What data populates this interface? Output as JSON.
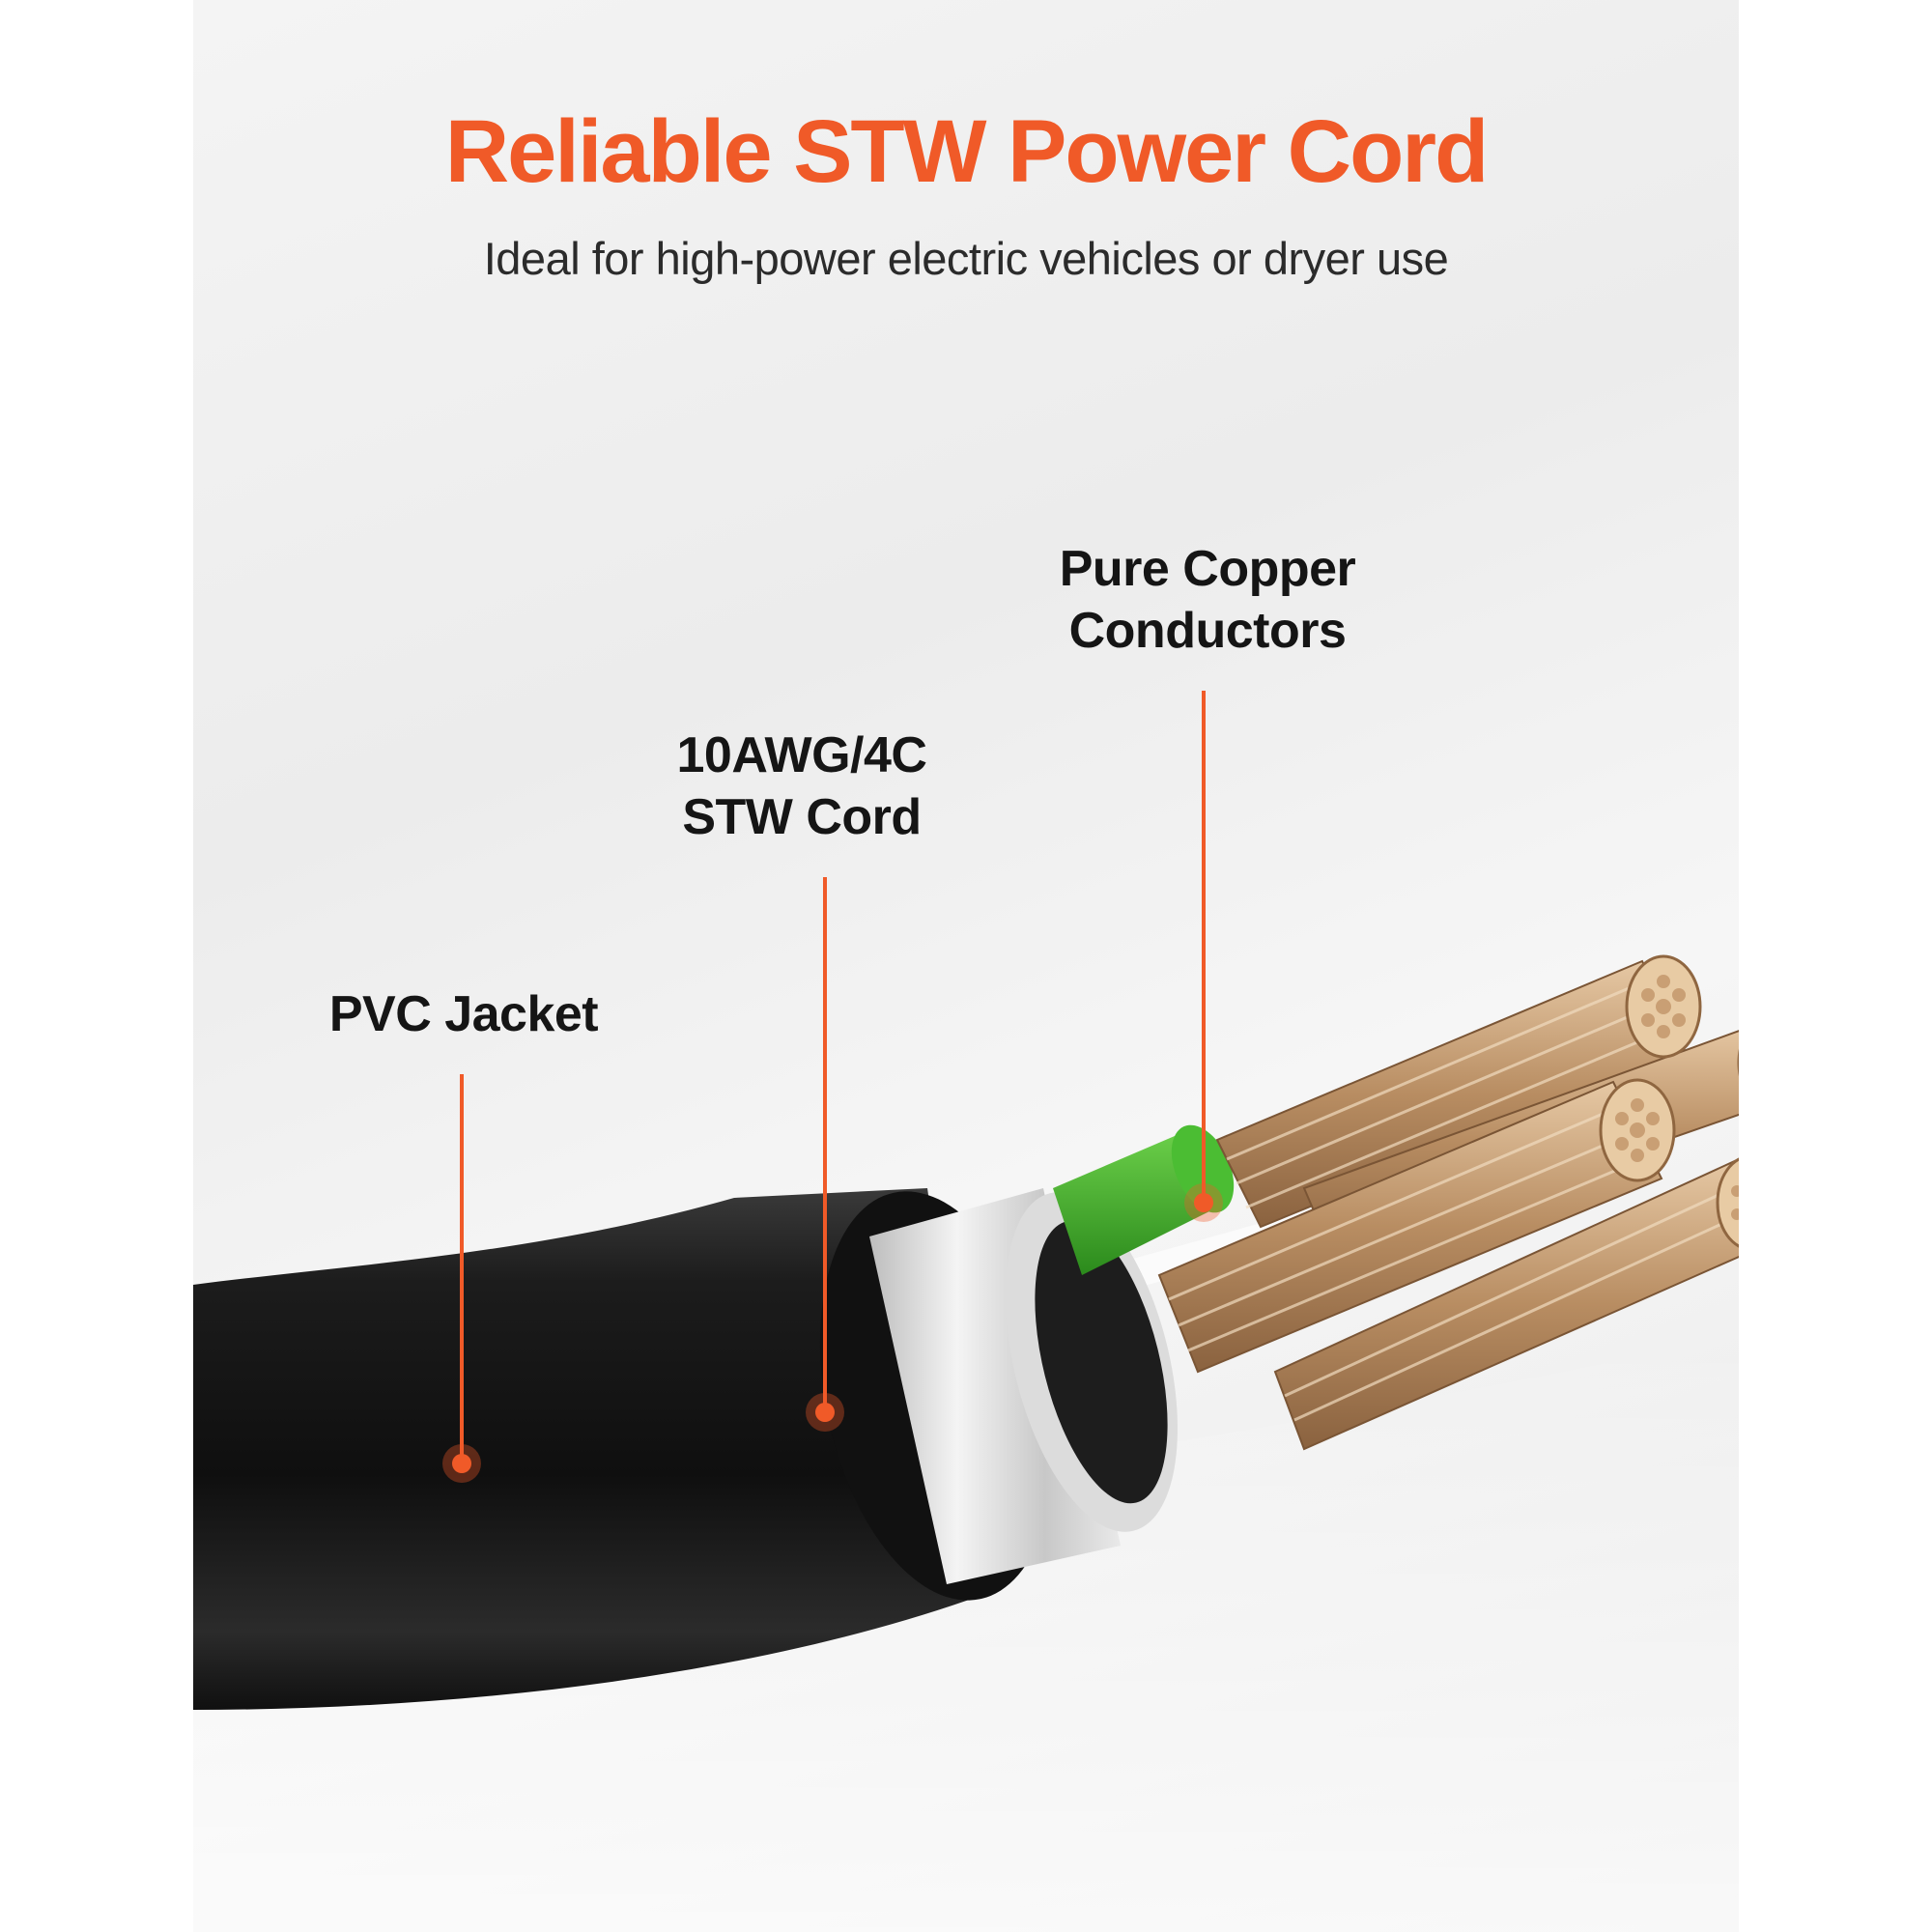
{
  "title": "Reliable STW Power Cord",
  "subtitle": "Ideal for high-power electric vehicles or dryer use",
  "labels": {
    "pvc_jacket": "PVC Jacket",
    "stw_cord_line1": "10AWG/4C",
    "stw_cord_line2": "STW Cord",
    "copper_line1": "Pure Copper",
    "copper_line2": "Conductors"
  },
  "colors": {
    "accent": "#f05a28",
    "jacket": "#1a1a1a",
    "insulation": "#d9d9d9",
    "green_wire": "#3fae2a",
    "copper": "#c9a27a"
  }
}
